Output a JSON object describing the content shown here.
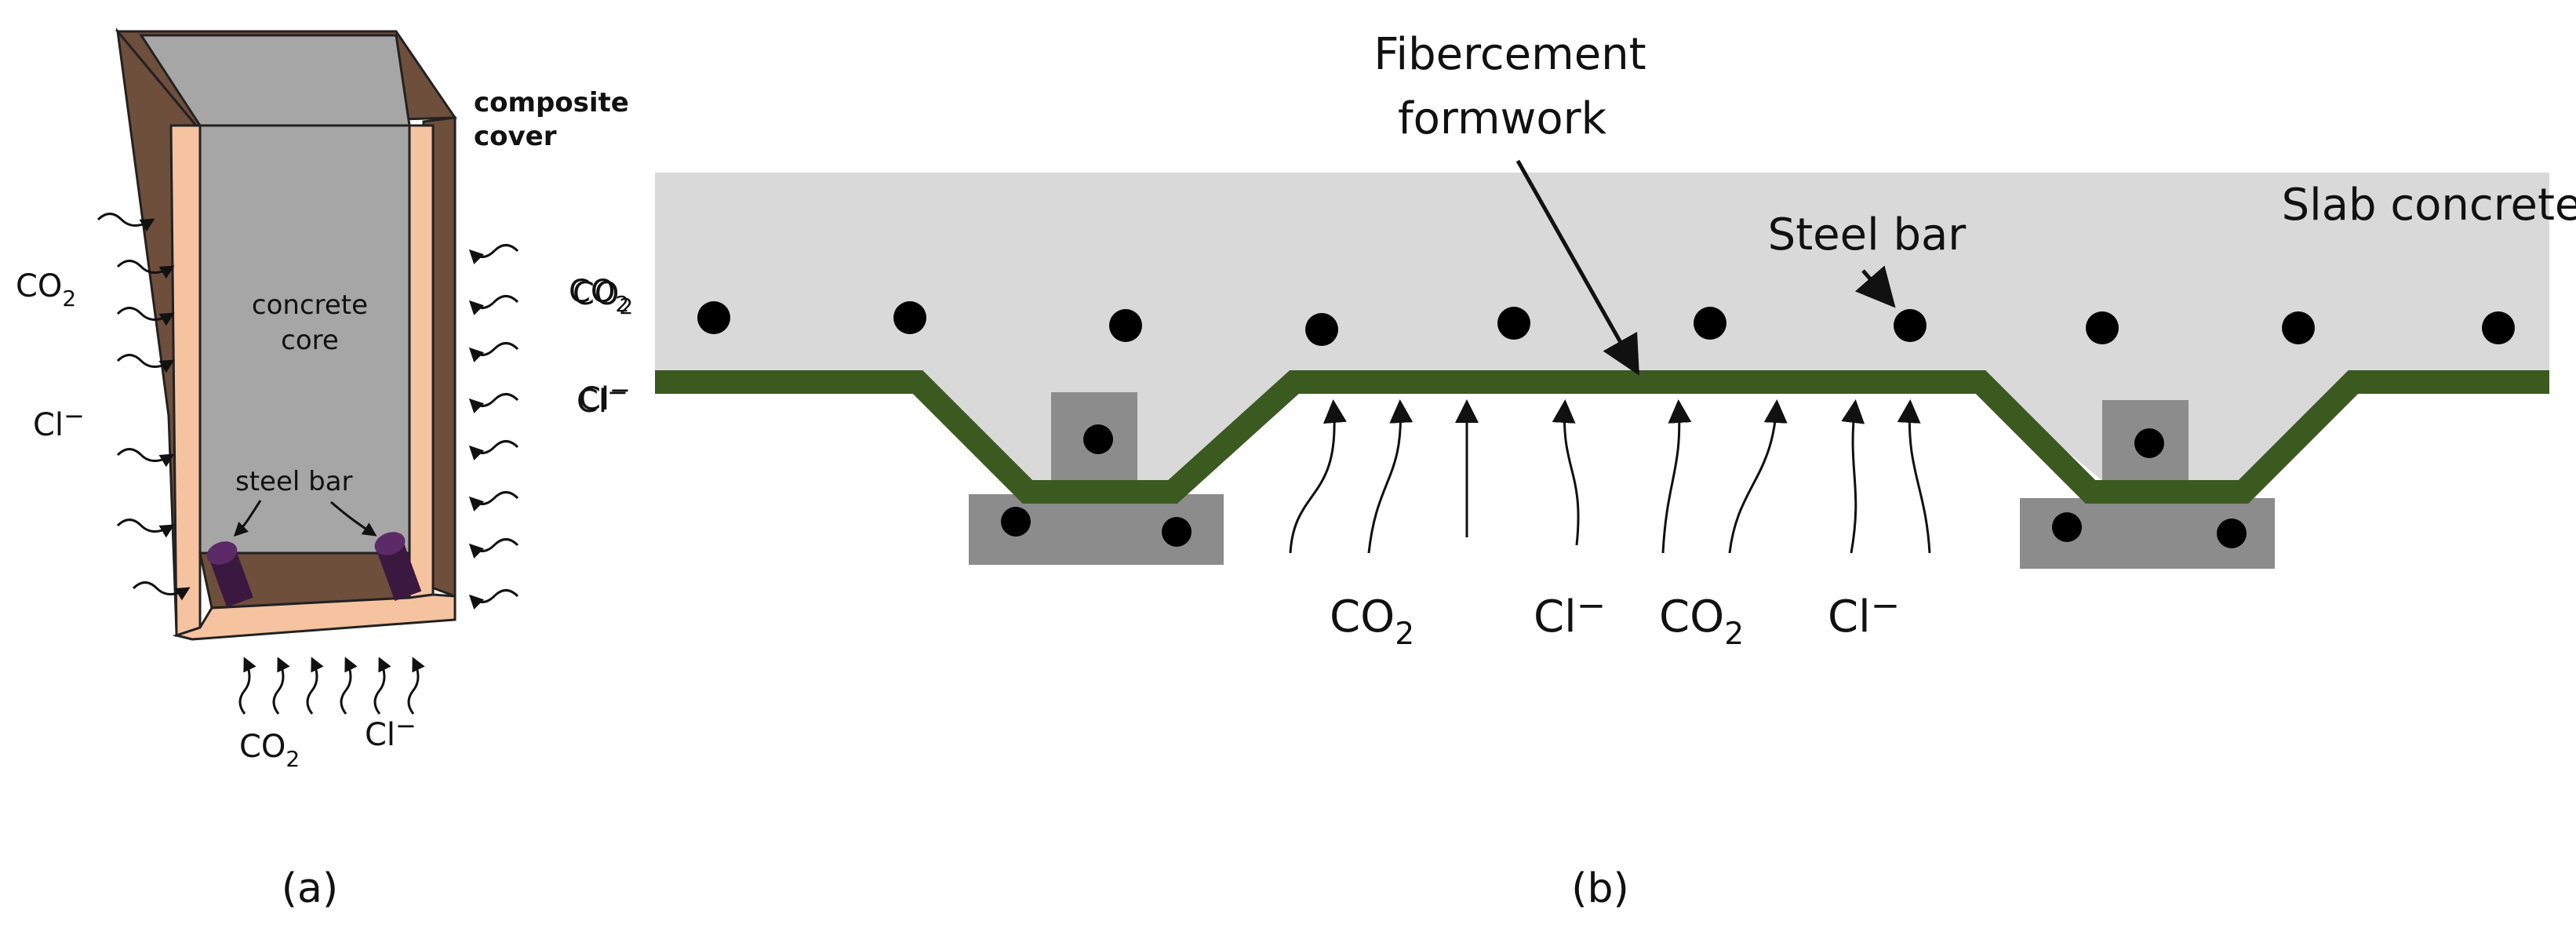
{
  "panel_a": {
    "caption": "(a)",
    "labels": {
      "composite_cover_line1": "composite",
      "composite_cover_line2": "cover",
      "concrete_core_line1": "concrete",
      "concrete_core_line2": "core",
      "steel_bar": "steel bar"
    },
    "left_species": [
      {
        "base": "CO",
        "sub": "2",
        "sup": ""
      },
      {
        "base": "Cl",
        "sub": "",
        "sup": "−"
      }
    ],
    "right_species": [
      {
        "base": "CO",
        "sub": "2",
        "sup": ""
      },
      {
        "base": "Cl",
        "sub": "",
        "sup": "−"
      }
    ],
    "bottom_species": [
      {
        "base": "CO",
        "sub": "2",
        "sup": ""
      },
      {
        "base": "Cl",
        "sub": "",
        "sup": "−"
      }
    ]
  },
  "panel_b": {
    "caption": "(b)",
    "labels": {
      "formwork_line1": "Fibercement",
      "formwork_line2": "formwork",
      "slab_concrete": "Slab concrete",
      "steel_bar": "Steel bar"
    },
    "left_species": [
      {
        "base": "CO",
        "sub": "2",
        "sup": ""
      },
      {
        "base": "Cl",
        "sub": "",
        "sup": "−"
      }
    ],
    "bottom_species": [
      {
        "base": "CO",
        "sub": "2",
        "sup": ""
      },
      {
        "base": "Cl",
        "sub": "",
        "sup": "−"
      },
      {
        "base": "CO",
        "sub": "2",
        "sup": ""
      },
      {
        "base": "Cl",
        "sub": "",
        "sup": "−"
      }
    ]
  },
  "colors": {
    "slab_concrete": "#d9d9d9",
    "formwork_green": "#3a5a1f",
    "beam_gray": "#8c8c8c",
    "core_gray": "#a6a6a6",
    "cover_brown": "#6e4f3c",
    "cover_peach": "#f6c3a0",
    "steel_bar_purple": "#3b1840"
  }
}
